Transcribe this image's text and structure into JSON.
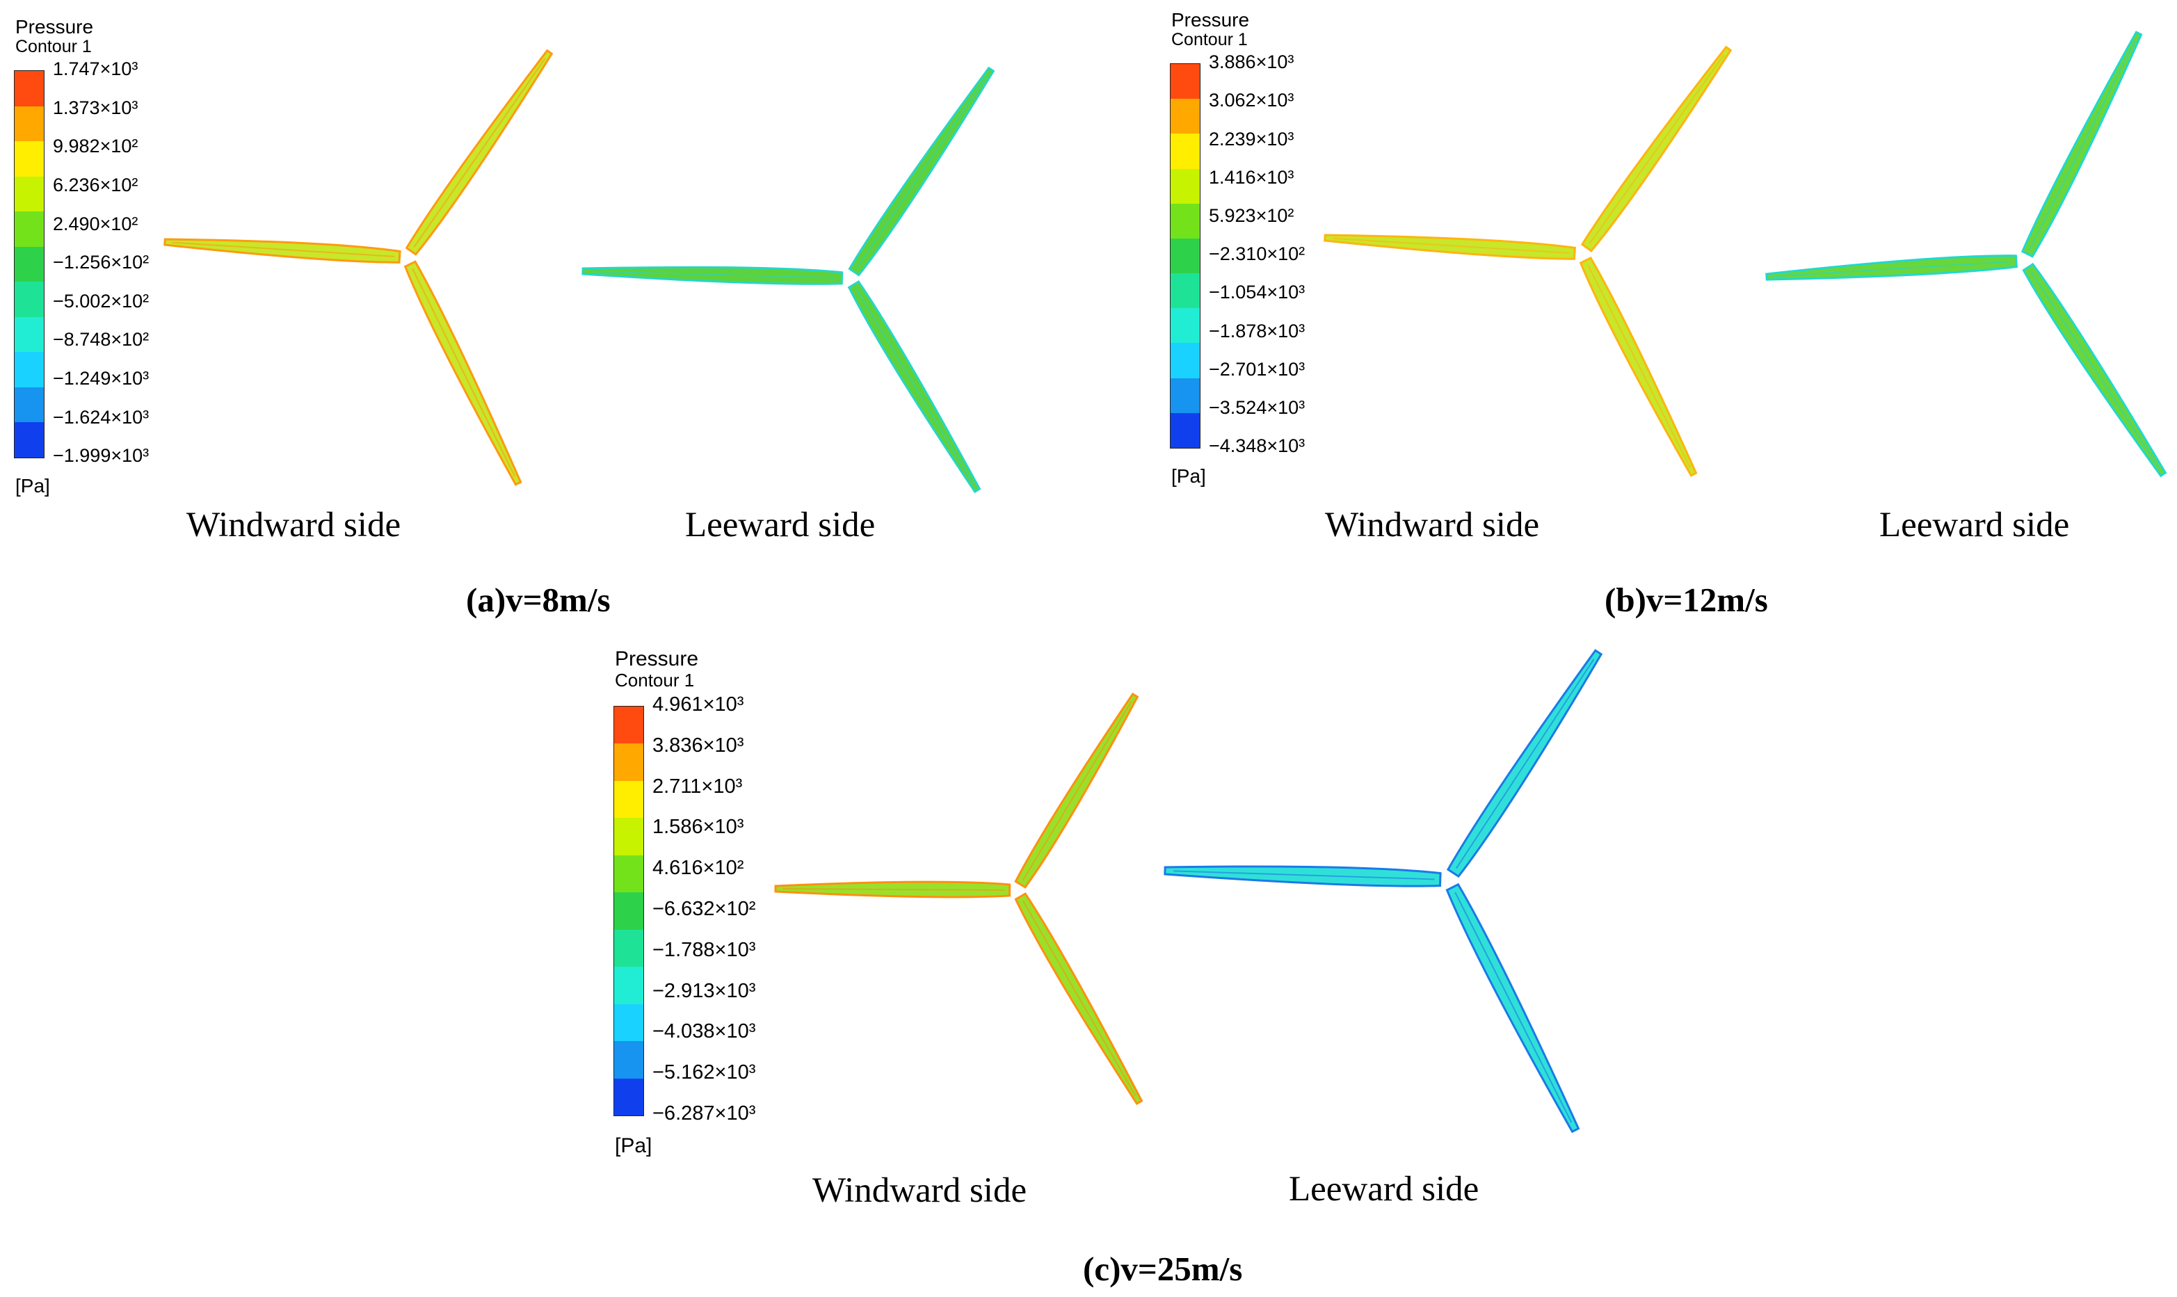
{
  "panels": [
    {
      "caption": "(a)v=8m/s",
      "legend": {
        "title_line1": "Pressure",
        "title_line2": "Contour 1",
        "unit": "[Pa]",
        "labels": [
          "1.747×10³",
          "1.373×10³",
          "9.982×10²",
          "6.236×10²",
          "2.490×10²",
          "−1.256×10²",
          "−5.002×10²",
          "−8.748×10²",
          "−1.249×10³",
          "−1.624×10³",
          "−1.999×10³"
        ]
      },
      "windward_label": "Windward side",
      "leeward_label": "Leeward side"
    },
    {
      "caption": "(b)v=12m/s",
      "legend": {
        "title_line1": "Pressure",
        "title_line2": "Contour 1",
        "unit": "[Pa]",
        "labels": [
          "3.886×10³",
          "3.062×10³",
          "2.239×10³",
          "1.416×10³",
          "5.923×10²",
          "−2.310×10²",
          "−1.054×10³",
          "−1.878×10³",
          "−2.701×10³",
          "−3.524×10³",
          "−4.348×10³"
        ]
      },
      "windward_label": "Windward side",
      "leeward_label": "Leeward side"
    },
    {
      "caption": "(c)v=25m/s",
      "legend": {
        "title_line1": "Pressure",
        "title_line2": "Contour 1",
        "unit": "[Pa]",
        "labels": [
          "4.961×10³",
          "3.836×10³",
          "2.711×10³",
          "1.586×10³",
          "4.616×10²",
          "−6.632×10²",
          "−1.788×10³",
          "−2.913×10³",
          "−4.038×10³",
          "−5.162×10³",
          "−6.287×10³"
        ]
      },
      "windward_label": "Windward side",
      "leeward_label": "Leeward side"
    }
  ],
  "colormap": [
    "#ff4a10",
    "#ffa800",
    "#ffee00",
    "#c7f200",
    "#74e21a",
    "#2ed24a",
    "#1ee397",
    "#21edd4",
    "#1ad2ff",
    "#1694f0",
    "#1040ee"
  ],
  "surface_colors": {
    "a_windward": {
      "base": "#c8e62a",
      "edge": "#ff9a10"
    },
    "a_leeward": {
      "base": "#5fd23a",
      "edge": "#25d6c8"
    },
    "b_windward": {
      "base": "#c8e62a",
      "edge": "#ffb410"
    },
    "b_leeward": {
      "base": "#6ad63a",
      "edge": "#20d8d0"
    },
    "c_windward": {
      "base": "#9ae02a",
      "edge": "#ff9010"
    },
    "c_leeward": {
      "base": "#30e0d8",
      "edge": "#1a7ae8"
    }
  }
}
